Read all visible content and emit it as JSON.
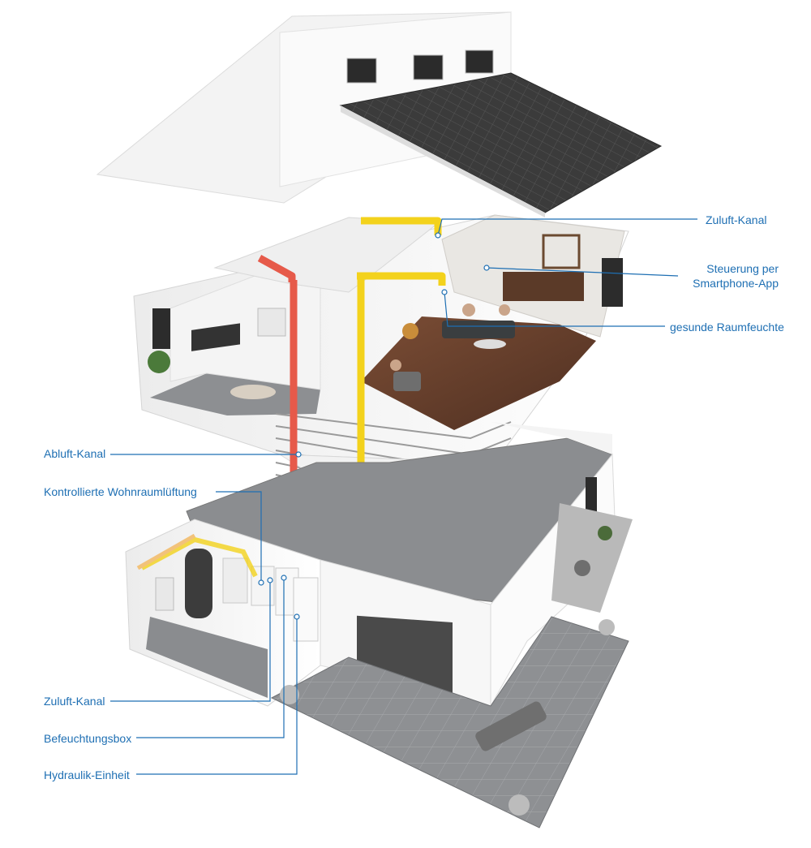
{
  "labels": {
    "zuluft_kanal_top": "Zuluft-Kanal",
    "steuerung_line1": "Steuerung per",
    "steuerung_line2": "Smartphone-App",
    "gesunde_raumfeuchte": "gesunde Raumfeuchte",
    "abluft_kanal": "Abluft-Kanal",
    "kontrollierte_wohnraumlueftung": "Kontrollierte Wohnraumlüftung",
    "zuluft_kanal_bottom": "Zuluft-Kanal",
    "befeuchtungsbox": "Befeuchtungsbox",
    "hydraulik_einheit": "Hydraulik-Einheit"
  },
  "colors": {
    "label_blue": "#1e6fb3",
    "supply_duct_yellow": "#f3d21c",
    "exhaust_duct_red": "#e65a4a",
    "roof_dark": "#3a3a3a",
    "wood_floor": "#6b4230",
    "terrace_grey": "#8f9194"
  }
}
